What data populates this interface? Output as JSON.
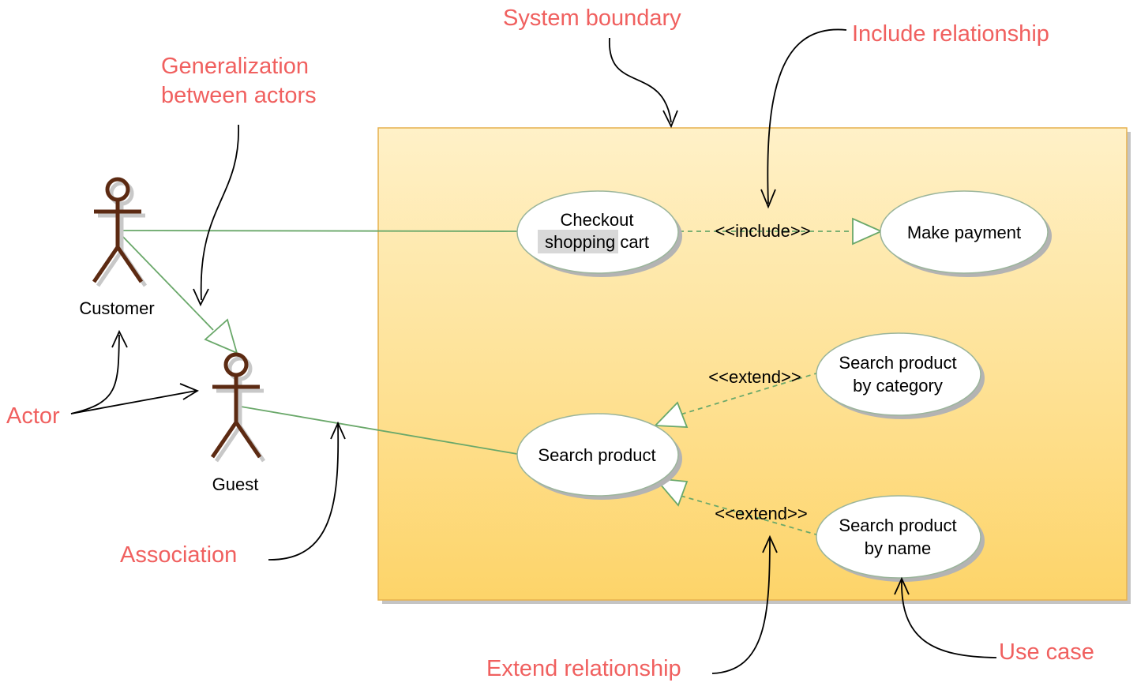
{
  "colors": {
    "annotation": "#f0605f",
    "boundary_top": "#fff1c8",
    "boundary_bottom": "#fdd469",
    "boundary_stroke": "#e6b14e",
    "association": "#6aa86a",
    "actor": "#5c2a12"
  },
  "annotations": {
    "system_boundary": "System boundary",
    "include_relationship": "Include relationship",
    "generalization_line1": "Generalization",
    "generalization_line2": "between actors",
    "actor": "Actor",
    "association": "Association",
    "extend_relationship": "Extend relationship",
    "use_case": "Use case"
  },
  "actors": {
    "customer": "Customer",
    "guest": "Guest"
  },
  "use_cases": {
    "checkout_line1": "Checkout",
    "checkout_line2": "shopping cart",
    "make_payment": "Make payment",
    "search_product": "Search product",
    "by_category_line1": "Search product",
    "by_category_line2": "by category",
    "by_name_line1": "Search product",
    "by_name_line2": "by name"
  },
  "stereotypes": {
    "include": "<<include>>",
    "extend_category": "<<extend>>",
    "extend_name": "<<extend>>"
  }
}
